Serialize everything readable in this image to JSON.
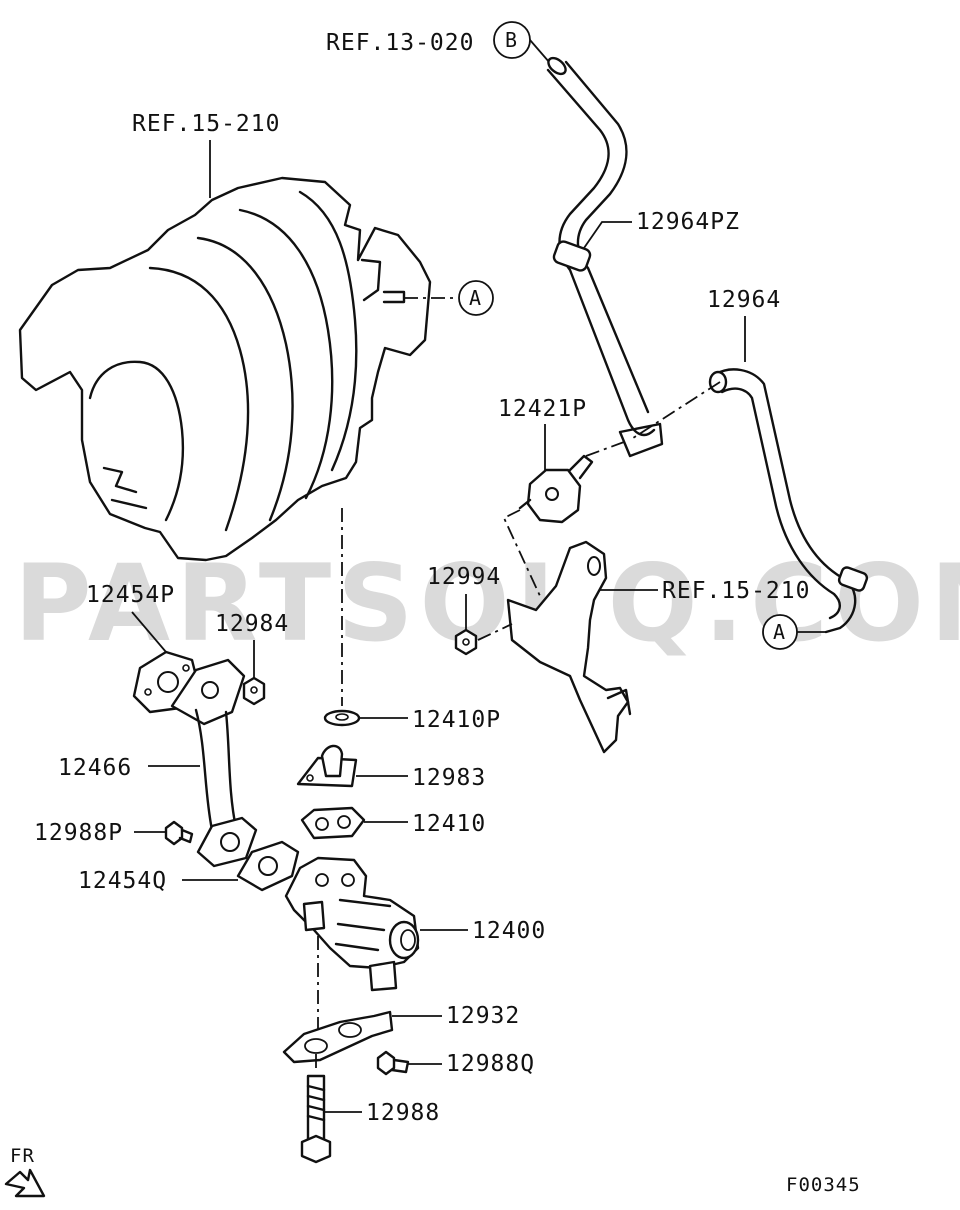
{
  "diagram": {
    "watermark": "PARTSOUQ.COM",
    "figure_code": "F00345",
    "direction_label": "FR",
    "callouts": {
      "a": "A",
      "b": "B"
    },
    "refs": {
      "ref_13_020": "REF.13-020",
      "ref_15_210_top": "REF.15-210",
      "ref_15_210_bracket": "REF.15-210"
    },
    "parts": {
      "p12964PZ": "12964PZ",
      "p12964": "12964",
      "p12421P": "12421P",
      "p12994": "12994",
      "p12454P": "12454P",
      "p12984": "12984",
      "p12410P": "12410P",
      "p12466": "12466",
      "p12983": "12983",
      "p12410": "12410",
      "p12988P": "12988P",
      "p12454Q": "12454Q",
      "p12400": "12400",
      "p12932": "12932",
      "p12988Q": "12988Q",
      "p12988": "12988"
    }
  }
}
